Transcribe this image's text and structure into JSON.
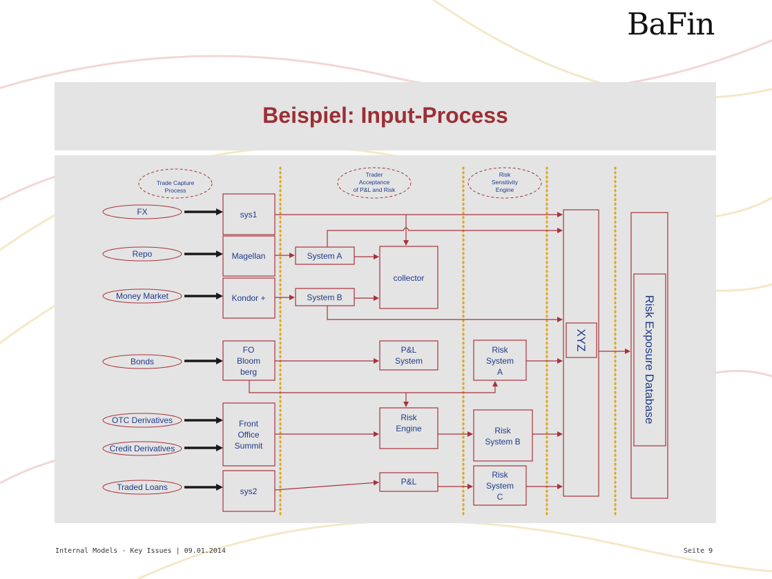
{
  "logo": "BaFin",
  "title": "Beispiel: Input-Process",
  "footer": {
    "left": "Internal Models - Key Issues | 09.01.2014",
    "right": "Seite 9"
  },
  "diagram": {
    "phases": {
      "trade_capture": [
        "Trade Capture",
        "Process"
      ],
      "trader_acceptance": [
        "Trader",
        "Acceptance",
        "of P&L and Risk"
      ],
      "risk_sensitivity": [
        "Risk",
        "Sensitivity",
        "Engine"
      ]
    },
    "inputs": {
      "fx": "FX",
      "repo": "Repo",
      "money_market": "Money Market",
      "bonds": "Bonds",
      "otc_derivatives": "OTC Derivatives",
      "credit_derivatives": "Credit Derivatives",
      "traded_loans": "Traded Loans"
    },
    "systems": {
      "sys1": "sys1",
      "magellan": "Magellan",
      "kondor": "Kondor +",
      "fo_bloomberg": [
        "FO",
        "Bloom",
        "berg"
      ],
      "front_office_summit": [
        "Front",
        "Office",
        "Summit"
      ],
      "sys2": "sys2",
      "system_a": "System A",
      "system_b": "System B",
      "collector": "collector",
      "pl_system": [
        "P&L",
        "System"
      ],
      "risk_engine": [
        "Risk",
        "Engine"
      ],
      "pl": "P&L",
      "risk_system_a": [
        "Risk",
        "System",
        "A"
      ],
      "risk_system_b": [
        "Risk",
        "System B"
      ],
      "risk_system_c": [
        "Risk",
        "System",
        "C"
      ],
      "xyz": "XYZ",
      "risk_exposure_db": "Risk Exposure Database"
    }
  }
}
